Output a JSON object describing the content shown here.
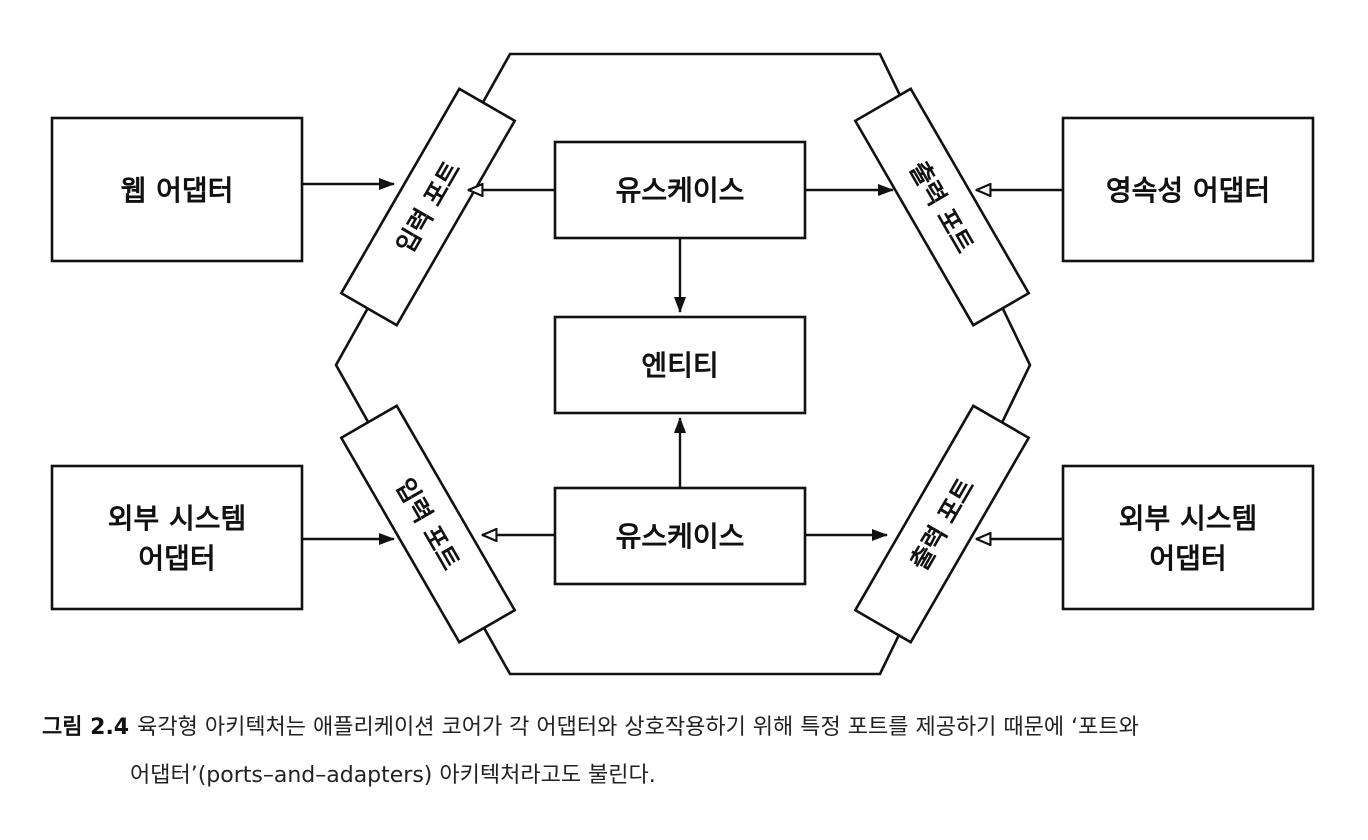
{
  "diagram": {
    "nodes": {
      "web_adapter": "웹 어댑터",
      "persistence_adapter": "영속성 어댑터",
      "usecase_top": "유스케이스",
      "entity": "엔티티",
      "usecase_bottom": "유스케이스",
      "external_adapter_left": [
        "외부 시스템",
        "어댑터"
      ],
      "external_adapter_right": [
        "외부 시스템",
        "어댑터"
      ],
      "input_port_top": "입력 포트",
      "output_port_top": "출력 포트",
      "input_port_bottom": "입력 포트",
      "output_port_bottom": "출력 포트"
    }
  },
  "caption": {
    "figure_label": "그림 2.4",
    "line1": "육각형 아키텍처는 애플리케이션 코어가 각 어댑터와 상호작용하기 위해 특정 포트를 제공하기 때문에 ‘포트와",
    "line2": "어댑터’(ports–and–adapters) 아키텍처라고도 불린다."
  }
}
